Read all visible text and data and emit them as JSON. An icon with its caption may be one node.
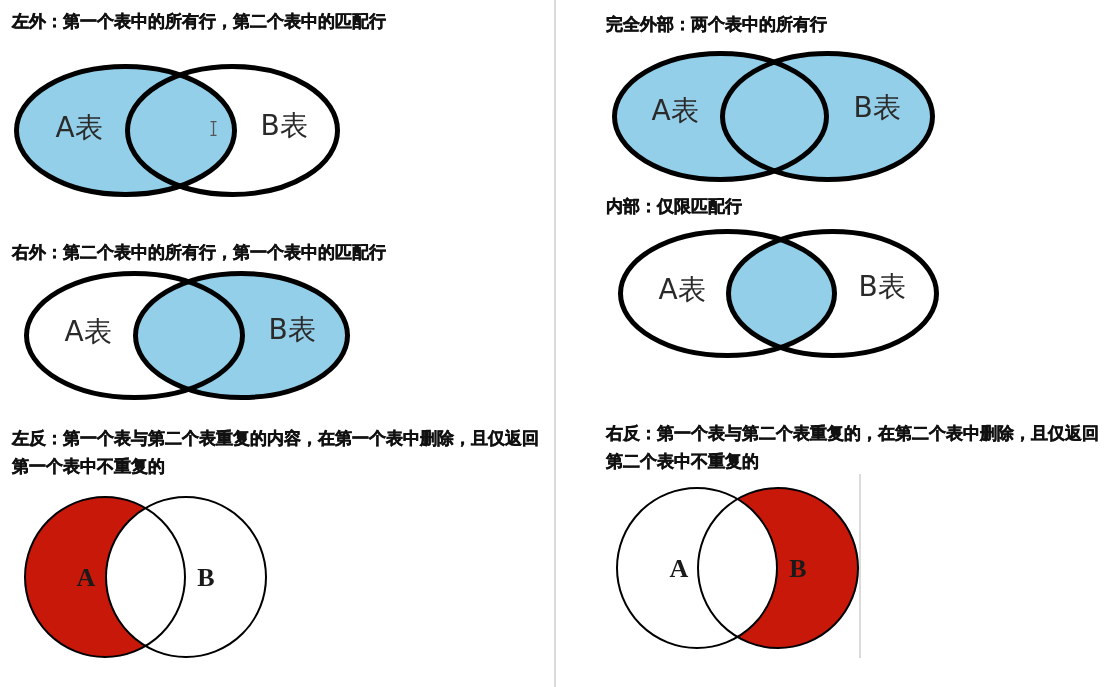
{
  "diagram": {
    "nodes": [
      {
        "text": [
          "A表"
        ]
      },
      {
        "text": [
          "B表"
        ]
      },
      {
        "text": [
          "A表"
        ]
      },
      {
        "text": [
          "B表"
        ]
      },
      {
        "text": [
          "A"
        ]
      },
      {
        "text": [
          "B"
        ]
      },
      {
        "text": [
          "A表"
        ]
      },
      {
        "text": [
          "B表"
        ]
      },
      {
        "text": [
          "A表"
        ]
      },
      {
        "text": [
          "B表"
        ]
      },
      {
        "text": [
          "A"
        ]
      },
      {
        "text": [
          "B"
        ]
      }
    ],
    "labels": [
      "左外：第一个表中的所有行，第二个表中的匹配行",
      "右外：第二个表中的所有行，第一个表中的匹配行",
      "左反：第一个表与第二个表重复的内容，在第一个表中删除，且仅返回第一个表中不重复的",
      "完全外部：两个表中的所有行",
      "内部：仅限匹配行",
      "右反：第一个表与第二个表重复的，在第二个表中删除，且仅返回第二个表中不重复的"
    ]
  }
}
